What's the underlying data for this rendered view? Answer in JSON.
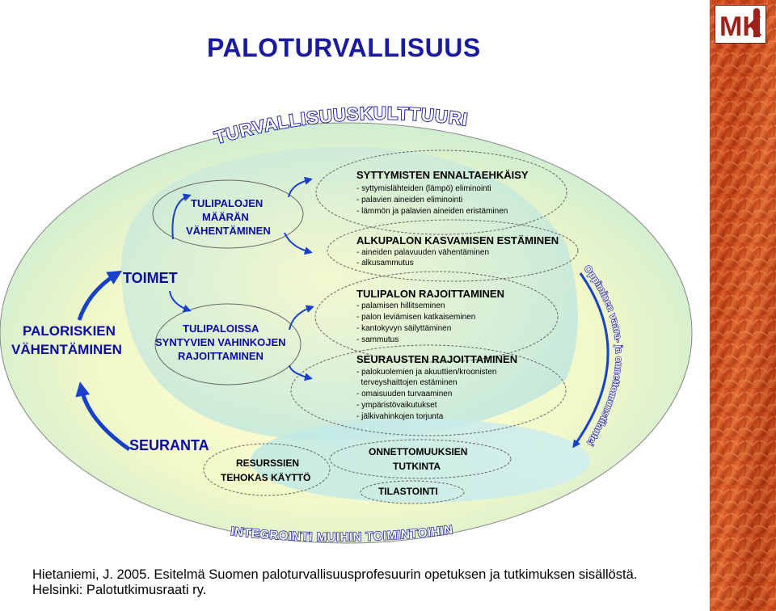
{
  "title": "PALOTURVALLISUUS",
  "logo_text": "MK",
  "arc_top": "TURVALLISUUSKULTTUURI",
  "arc_bottom": "INTEGROINTI MUIHIN TOIMINTOIHIN",
  "arc_right": "Oppiminen vaara- ja onnettomuustilanteista",
  "left_main": [
    "PALORISKIEN",
    "VÄHENTÄMINEN"
  ],
  "toimet": "TOIMET",
  "seuranta": "SEURANTA",
  "ellipse_a": [
    "TULIPALOJEN",
    "MÄÄRÄN",
    "VÄHENTÄMINEN"
  ],
  "ellipse_b": [
    "TULIPALOISSA",
    "SYNTYVIEN VAHINKOJEN",
    "RAJOITTAMINEN"
  ],
  "box1": {
    "heading": "SYTTYMISTEN ENNALTAEHKÄISY",
    "items": [
      "- syttymislähteiden (lämpö) eliminointi",
      "- palavien aineiden eliminointi",
      "- lämmön ja palavien aineiden eristäminen"
    ]
  },
  "box2": {
    "heading": "ALKUPALON KASVAMISEN ESTÄMINEN",
    "items": [
      "- aineiden palavuuden vähentäminen",
      "- alkusammutus"
    ]
  },
  "box3": {
    "heading": "TULIPALON RAJOITTAMINEN",
    "items": [
      "- palamisen hillitseminen",
      "- palon leviämisen katkaiseminen",
      "- kantokyvyn säilyttäminen",
      "- sammutus"
    ]
  },
  "box4": {
    "heading": "SEURAUSTEN RAJOITTAMINEN",
    "items": [
      "- palokuolemien ja akuuttien/kroonisten",
      "  terveyshaittojen estäminen",
      "- omaisuuden turvaaminen",
      "- ympäristövaikutukset",
      "- jälkivahinkojen torjunta"
    ]
  },
  "resurssit": [
    "RESURSSIEN",
    "TEHOKAS KÄYTTÖ"
  ],
  "onnettomuus": [
    "ONNETTOMUUKSIEN",
    "TUTKINTA"
  ],
  "tilastointi": "TILASTOINTI",
  "footer_lines": [
    "Hietaniemi, J. 2005. Esitelmä Suomen paloturvallisuusprofesuurin opetuksen ja tutkimuksen sisällöstä.",
    "Helsinki: Palotutkimusraati ry."
  ],
  "colors": {
    "title": "#1a1aa0",
    "diagram_text": "#0a0aa5",
    "arrow": "#1840c8",
    "fire": "#c8401a"
  }
}
